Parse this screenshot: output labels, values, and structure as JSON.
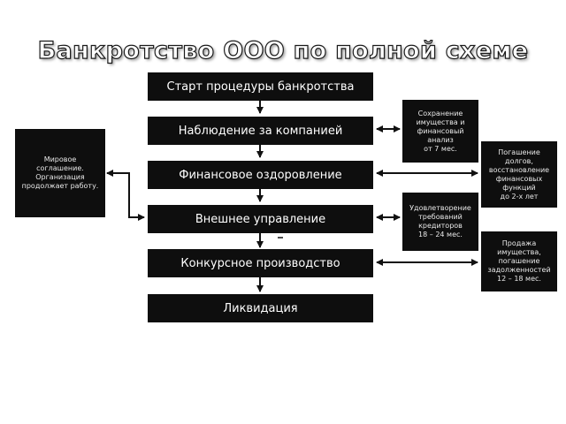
{
  "title": "Банкротство ООО по полной схеме",
  "stages": [
    "Старт процедуры банкротства",
    "Наблюдение за компанией",
    "Финансовое оздоровление",
    "Внешнее управление",
    "Конкурсное производство",
    "Ликвидация"
  ],
  "left_note": "Мировое\nсоглашение.\nОрганизация\nпродолжает работу.",
  "right_notes": {
    "observation": "Сохранение\nимущества и\nфинансовый\nанализ\nот 7 мес.",
    "recovery": "Погашение\nдолгов,\nвосстановление\nфинансовых\nфункций\nдо 2-х лет",
    "external": "Удовлетворение\nтребований\nкредиторов\n18 – 24 мес.",
    "competition": "Продажа\nимущества,\nпогашение\nзадолженностей\n12 – 18 мес."
  }
}
